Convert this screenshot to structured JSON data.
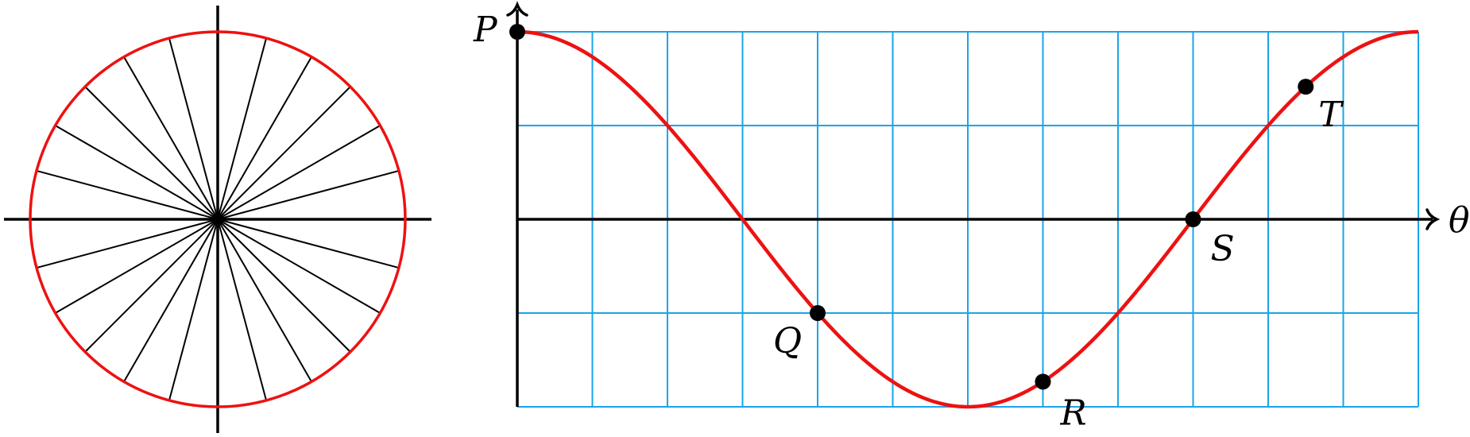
{
  "colors": {
    "curve": "#ee1111",
    "grid": "#1aa5e8",
    "axis": "#000000",
    "spoke": "#000000",
    "circle": "#ee1111"
  },
  "unit_circle": {
    "spoke_count": 24,
    "spoke_step_degrees": 15
  },
  "graph": {
    "function": "cos",
    "theta_range": [
      0,
      6.283185307
    ],
    "y_range": [
      -1,
      1
    ],
    "vertical_gridlines": 12,
    "horizontal_gridlines": 4,
    "axis_label": "θ",
    "points": [
      {
        "label": "P",
        "theta_twelfths": 0
      },
      {
        "label": "Q",
        "theta_twelfths": 4
      },
      {
        "label": "R",
        "theta_twelfths": 7
      },
      {
        "label": "S",
        "theta_twelfths": 9
      },
      {
        "label": "T",
        "theta_twelfths": 10.5
      }
    ]
  }
}
